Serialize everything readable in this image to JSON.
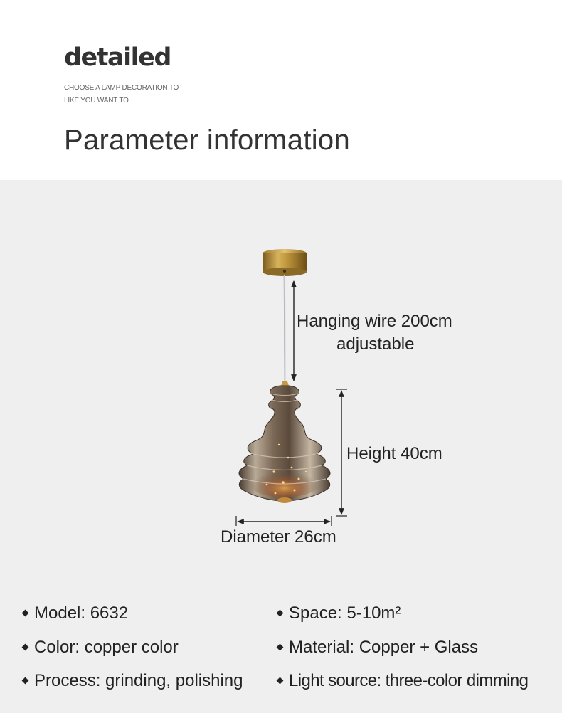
{
  "header": {
    "brand": "detailed",
    "subtitle_line1": "CHOOSE A LAMP DECORATION TO",
    "subtitle_line2": "LIKE YOU WANT TO",
    "title": "Parameter information"
  },
  "dimensions": {
    "hanging_wire_line1": "Hanging wire 200cm",
    "hanging_wire_line2": "adjustable",
    "height": "Height 40cm",
    "diameter": "Diameter 26cm"
  },
  "specs": {
    "model": "Model: 6632",
    "color": "Color: copper color",
    "process": "Process: grinding, polishing",
    "space": "Space: 5-10m²",
    "material": "Material: Copper + Glass",
    "light_source": "Light source: three-color dimming"
  },
  "colors": {
    "brass": "#b08a35",
    "glass_smoke": "#6e5d4c",
    "background_gray": "#efefef"
  }
}
